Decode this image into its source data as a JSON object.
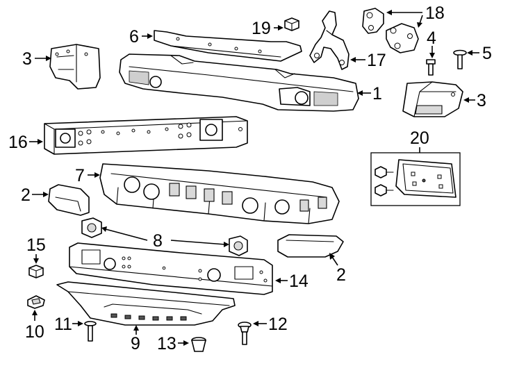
{
  "callouts": {
    "c1": "1",
    "c2a": "2",
    "c2b": "2",
    "c3a": "3",
    "c3b": "3",
    "c4": "4",
    "c5": "5",
    "c6": "6",
    "c7": "7",
    "c8": "8",
    "c9": "9",
    "c10": "10",
    "c11": "11",
    "c12": "12",
    "c13": "13",
    "c14": "14",
    "c15": "15",
    "c16": "16",
    "c17": "17",
    "c18": "18",
    "c19": "19",
    "c20": "20"
  }
}
